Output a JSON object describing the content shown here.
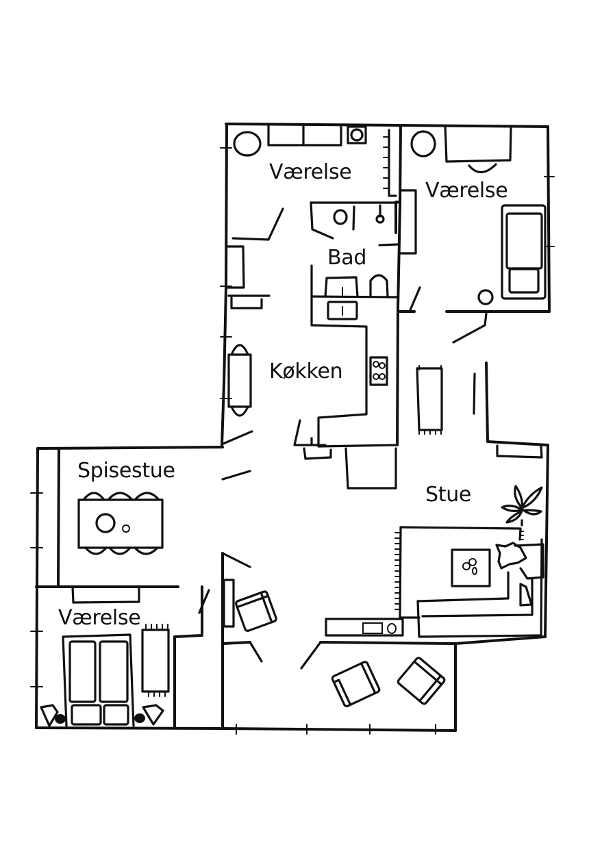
{
  "floorplan": {
    "style": "hand-drawn",
    "line_color": "#111111",
    "background": "#ffffff",
    "rooms": [
      {
        "id": "vaerelse-top-left",
        "label": "Værelse"
      },
      {
        "id": "vaerelse-top-right",
        "label": "Værelse"
      },
      {
        "id": "bad",
        "label": "Bad"
      },
      {
        "id": "kokken",
        "label": "Køkken"
      },
      {
        "id": "spisestue",
        "label": "Spisestue"
      },
      {
        "id": "stue",
        "label": "Stue"
      },
      {
        "id": "vaerelse-bottom-left",
        "label": "Værelse"
      }
    ]
  }
}
